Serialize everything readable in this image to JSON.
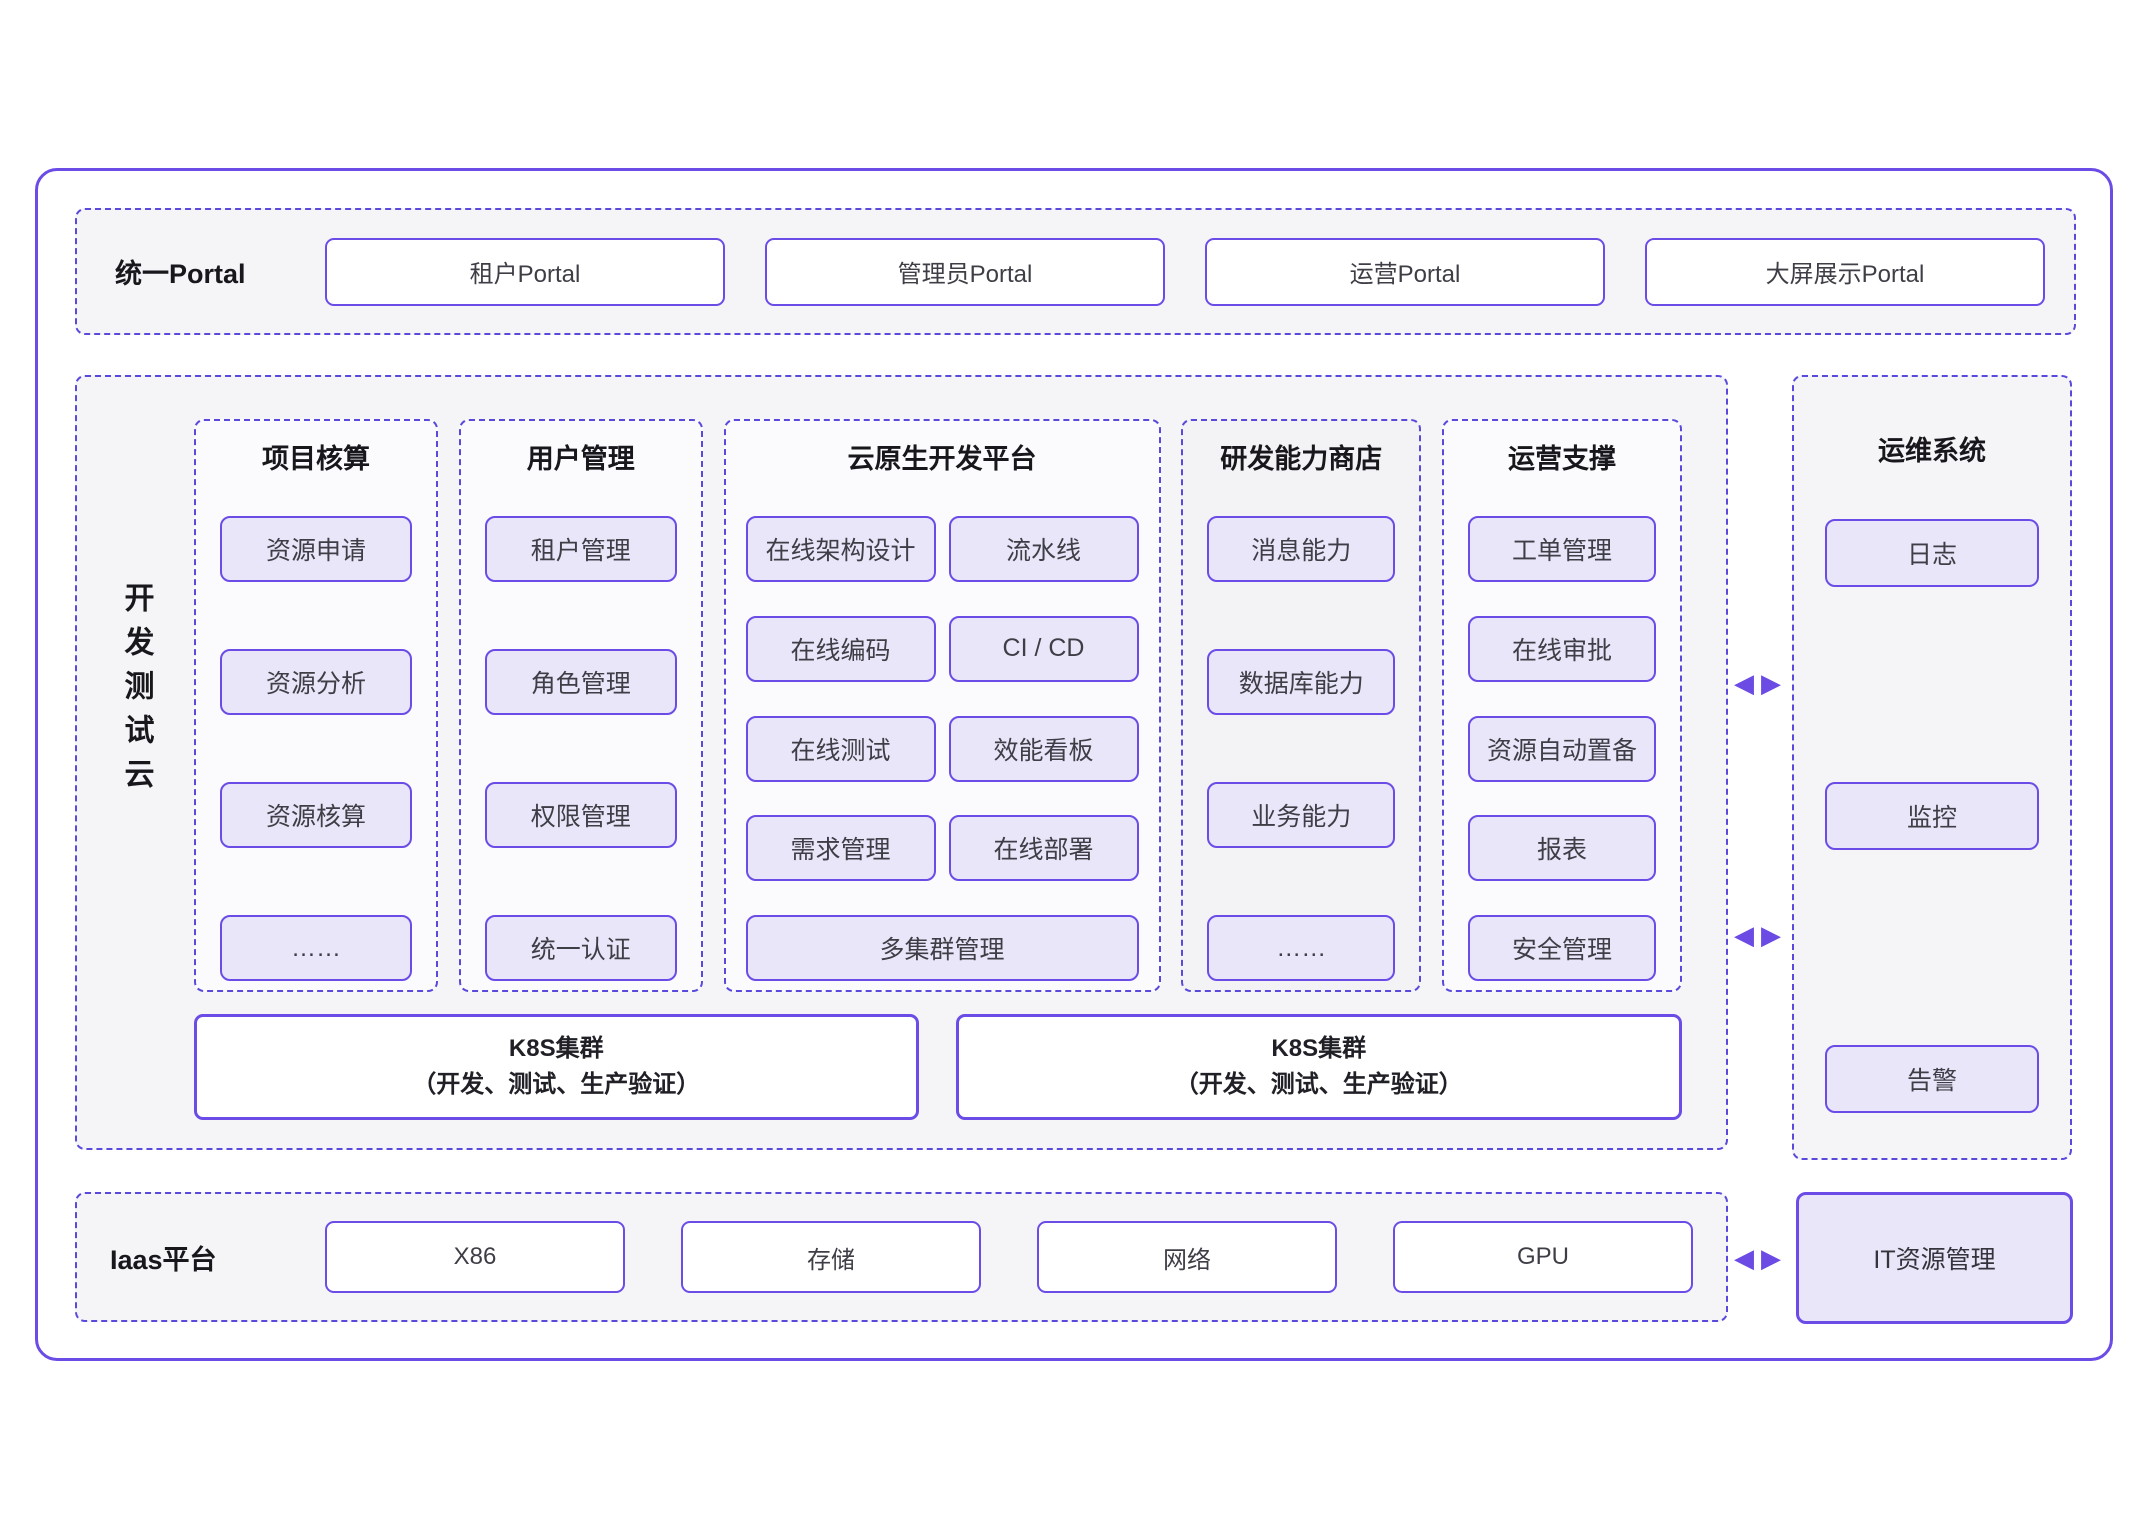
{
  "colors": {
    "accent_solid": "#6B4CE6",
    "accent_dashed": "#5A4ADC",
    "box_fill": "#E9E6F9",
    "section_bg": "#F5F5F8",
    "column_bg": "#FBFBFD",
    "store_column_bg": "#F3F3F6",
    "arrow": "#6B4BE4"
  },
  "icons": {
    "arrow_left": "◀",
    "arrow_right": "▶"
  },
  "portal": {
    "label": "统一Portal",
    "items": [
      "租户Portal",
      "管理员Portal",
      "运营Portal",
      "大屏展示Portal"
    ]
  },
  "dev_cloud": {
    "label": "开发测试云",
    "columns": {
      "accounting": {
        "title": "项目核算",
        "items": [
          "资源申请",
          "资源分析",
          "资源核算",
          "……"
        ]
      },
      "user_mgmt": {
        "title": "用户管理",
        "items": [
          "租户管理",
          "角色管理",
          "权限管理",
          "统一认证"
        ]
      },
      "cloud_native": {
        "title": "云原生开发平台",
        "cells": [
          "在线架构设计",
          "流水线",
          "在线编码",
          "CI / CD",
          "在线测试",
          "效能看板",
          "需求管理",
          "在线部署"
        ],
        "wide": "多集群管理"
      },
      "capability_store": {
        "title": "研发能力商店",
        "items": [
          "消息能力",
          "数据库能力",
          "业务能力",
          "……"
        ]
      },
      "operation_support": {
        "title": "运营支撑",
        "items": [
          "工单管理",
          "在线审批",
          "资源自动置备",
          "报表",
          "安全管理"
        ]
      }
    },
    "k8s_clusters": [
      {
        "line1": "K8S集群",
        "line2": "（开发、测试、生产验证）"
      },
      {
        "line1": "K8S集群",
        "line2": "（开发、测试、生产验证）"
      }
    ]
  },
  "ops_system": {
    "title": "运维系统",
    "items": [
      "日志",
      "监控",
      "告警"
    ]
  },
  "iaas": {
    "label": "Iaas平台",
    "items": [
      "X86",
      "存储",
      "网络",
      "GPU"
    ]
  },
  "it_resource": {
    "label": "IT资源管理"
  }
}
